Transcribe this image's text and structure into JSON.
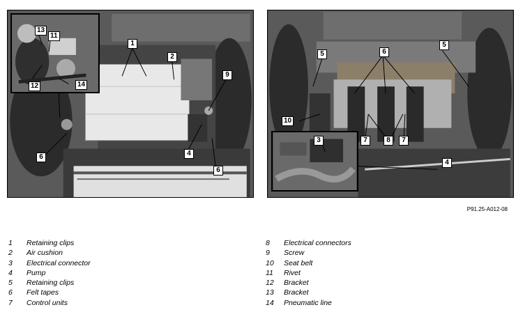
{
  "figure": {
    "id": "P91.25-A012-08",
    "left_photo": {
      "callouts": [
        {
          "key": "c1",
          "text": "1"
        },
        {
          "key": "c2",
          "text": "2"
        },
        {
          "key": "c9",
          "text": "9"
        },
        {
          "key": "c4",
          "text": "4"
        },
        {
          "key": "c6a",
          "text": "6"
        },
        {
          "key": "c6b",
          "text": "6"
        },
        {
          "key": "c13",
          "text": "13"
        },
        {
          "key": "c11",
          "text": "11"
        },
        {
          "key": "c12",
          "text": "12"
        },
        {
          "key": "c14",
          "text": "14"
        }
      ]
    },
    "right_photo": {
      "callouts": [
        {
          "key": "c6",
          "text": "6"
        },
        {
          "key": "c5a",
          "text": "5"
        },
        {
          "key": "c5b",
          "text": "5"
        },
        {
          "key": "c10",
          "text": "10"
        },
        {
          "key": "c3",
          "text": "3"
        },
        {
          "key": "c7a",
          "text": "7"
        },
        {
          "key": "c8",
          "text": "8"
        },
        {
          "key": "c7b",
          "text": "7"
        },
        {
          "key": "c4",
          "text": "4"
        }
      ]
    }
  },
  "legend": {
    "left": [
      {
        "num": "1",
        "label": "Retaining clips"
      },
      {
        "num": "2",
        "label": "Air cushion"
      },
      {
        "num": "3",
        "label": "Electrical connector"
      },
      {
        "num": "4",
        "label": "Pump"
      },
      {
        "num": "5",
        "label": "Retaining clips"
      },
      {
        "num": "6",
        "label": "Felt tapes"
      },
      {
        "num": "7",
        "label": "Control units"
      }
    ],
    "right": [
      {
        "num": "8",
        "label": "Electrical connectors"
      },
      {
        "num": "9",
        "label": "Screw"
      },
      {
        "num": "10",
        "label": "Seat belt"
      },
      {
        "num": "11",
        "label": "Rivet"
      },
      {
        "num": "12",
        "label": "Bracket"
      },
      {
        "num": "13",
        "label": "Bracket"
      },
      {
        "num": "14",
        "label": "Pneumatic line"
      }
    ]
  }
}
